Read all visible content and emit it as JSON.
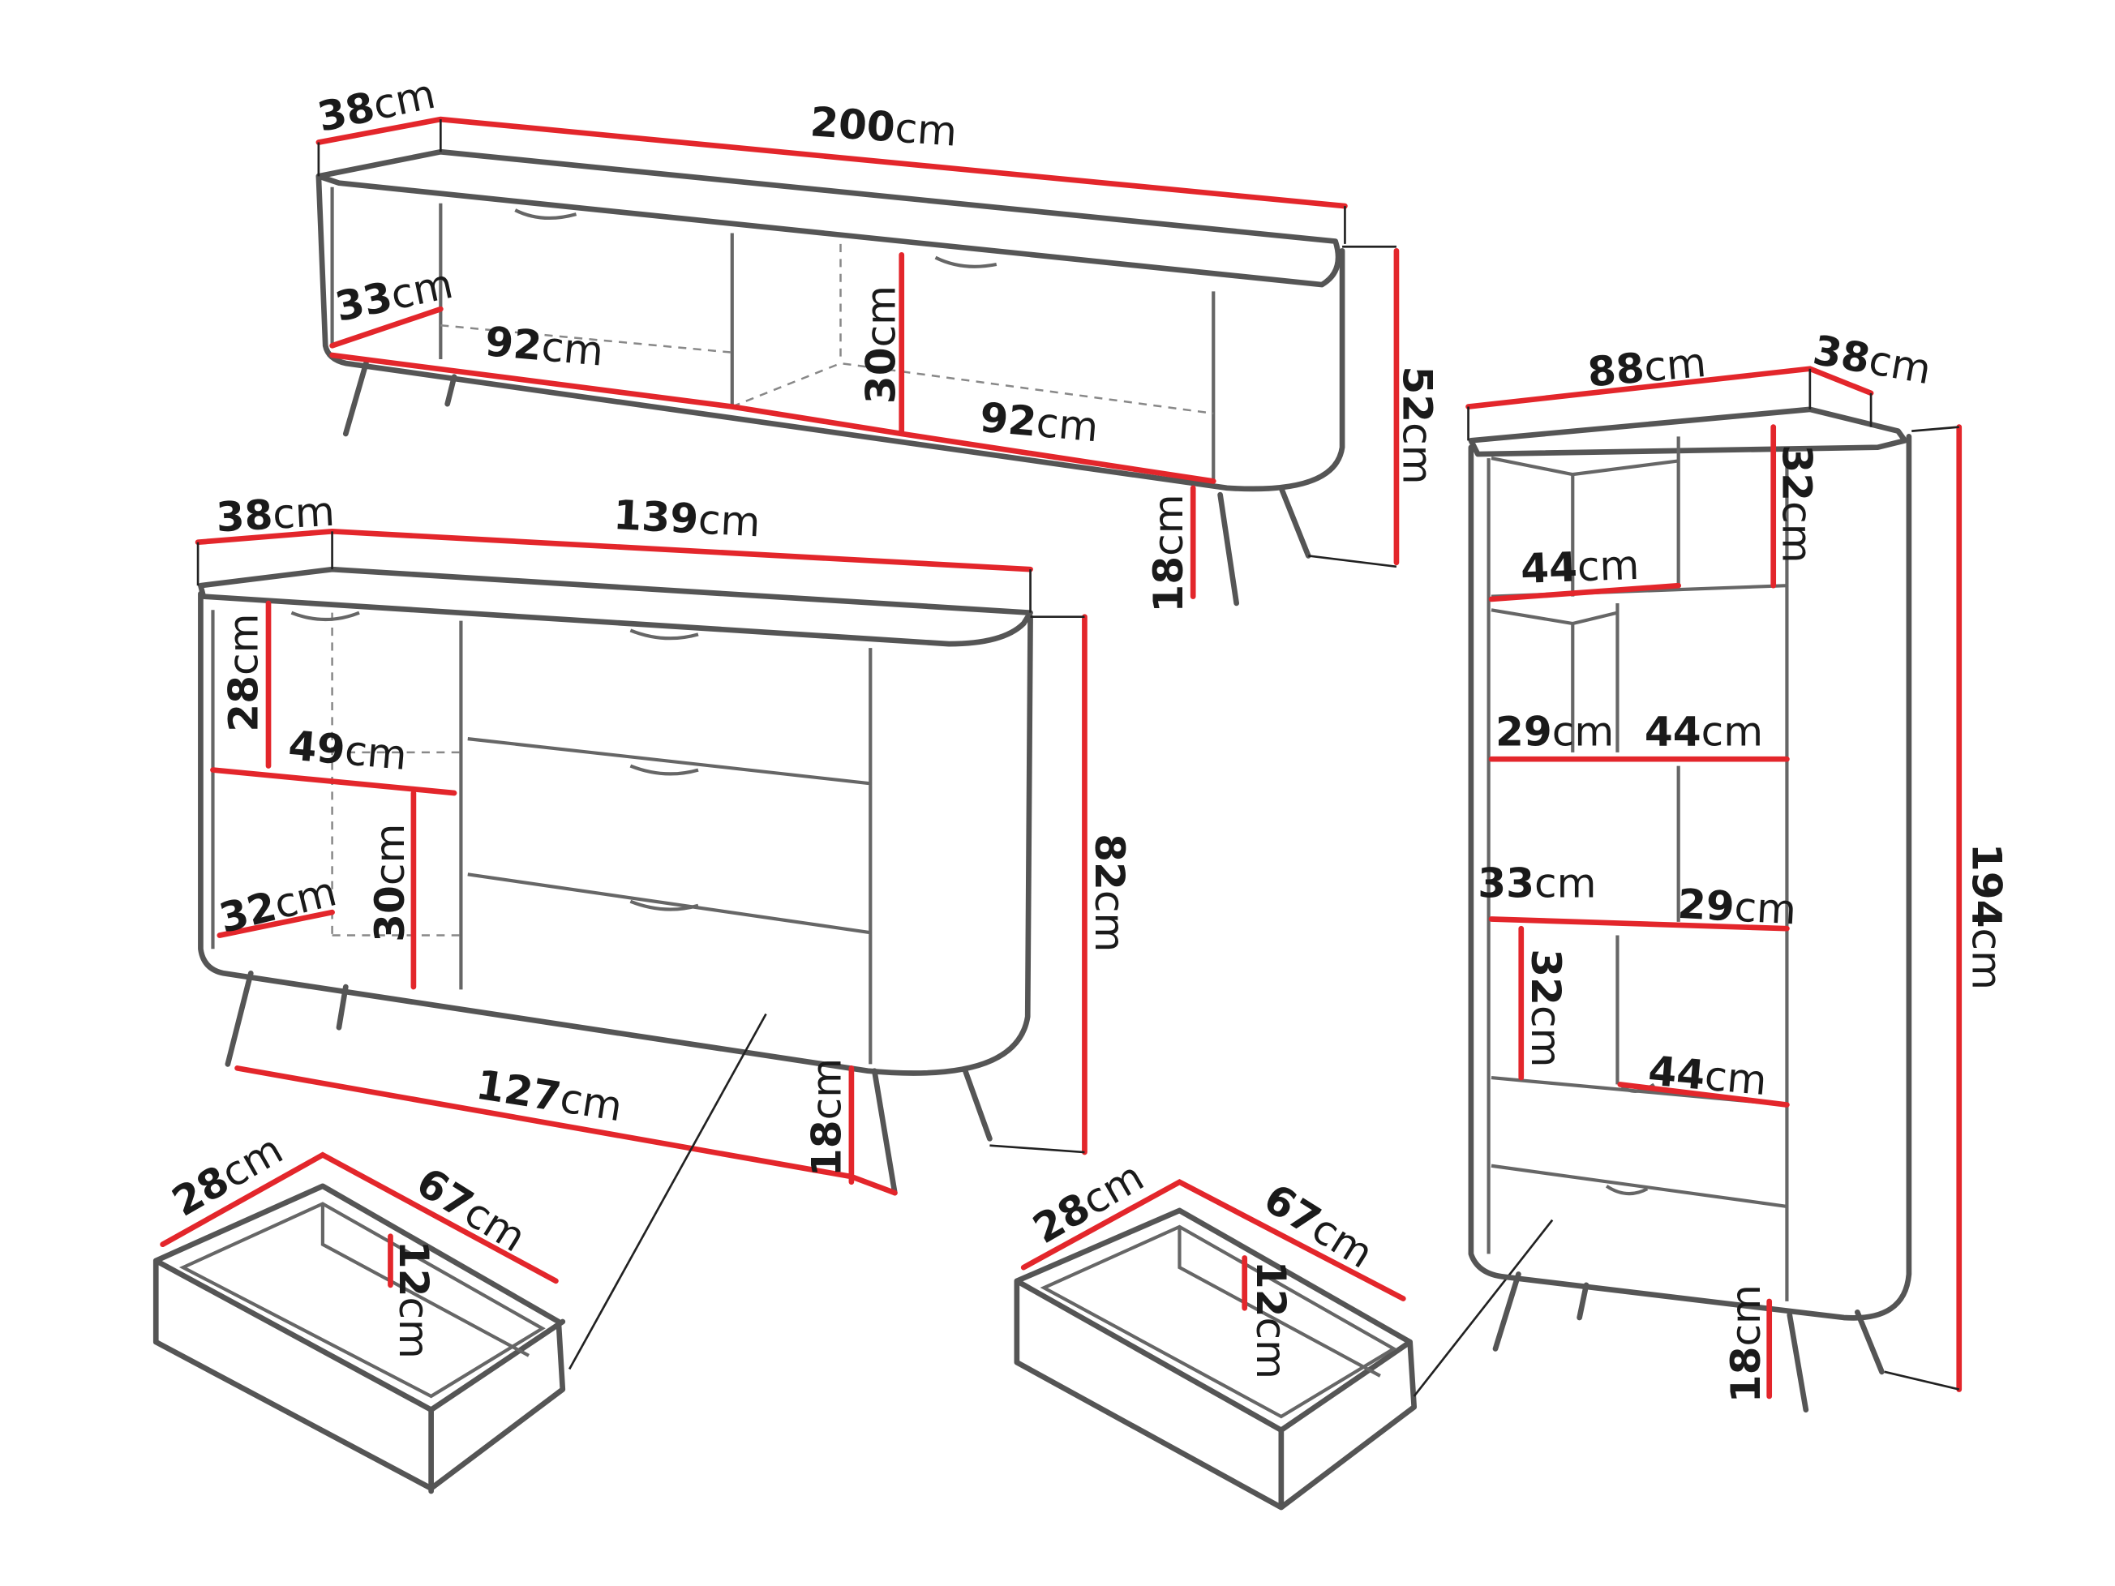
{
  "colors": {
    "dimension_line": "#e3262b",
    "outline": "#555555",
    "text": "#1a1a1a"
  },
  "tv_unit": {
    "labels": [
      {
        "value": "38",
        "unit": "cm"
      },
      {
        "value": "200",
        "unit": "cm"
      },
      {
        "value": "33",
        "unit": "cm"
      },
      {
        "value": "92",
        "unit": "cm"
      },
      {
        "value": "30",
        "unit": "cm"
      },
      {
        "value": "92",
        "unit": "cm"
      },
      {
        "value": "52",
        "unit": "cm"
      },
      {
        "value": "18",
        "unit": "cm"
      }
    ]
  },
  "sideboard": {
    "labels": [
      {
        "value": "38",
        "unit": "cm"
      },
      {
        "value": "139",
        "unit": "cm"
      },
      {
        "value": "28",
        "unit": "cm"
      },
      {
        "value": "49",
        "unit": "cm"
      },
      {
        "value": "32",
        "unit": "cm"
      },
      {
        "value": "30",
        "unit": "cm"
      },
      {
        "value": "82",
        "unit": "cm"
      },
      {
        "value": "127",
        "unit": "cm"
      },
      {
        "value": "18",
        "unit": "cm"
      }
    ]
  },
  "sideboard_drawer": {
    "labels": [
      {
        "value": "28",
        "unit": "cm"
      },
      {
        "value": "67",
        "unit": "cm"
      },
      {
        "value": "12",
        "unit": "cm"
      }
    ]
  },
  "bookcase_drawer": {
    "labels": [
      {
        "value": "28",
        "unit": "cm"
      },
      {
        "value": "67",
        "unit": "cm"
      },
      {
        "value": "12",
        "unit": "cm"
      }
    ]
  },
  "bookcase": {
    "labels": [
      {
        "value": "88",
        "unit": "cm"
      },
      {
        "value": "38",
        "unit": "cm"
      },
      {
        "value": "32",
        "unit": "cm"
      },
      {
        "value": "44",
        "unit": "cm"
      },
      {
        "value": "29",
        "unit": "cm"
      },
      {
        "value": "44",
        "unit": "cm"
      },
      {
        "value": "33",
        "unit": "cm"
      },
      {
        "value": "29",
        "unit": "cm"
      },
      {
        "value": "32",
        "unit": "cm"
      },
      {
        "value": "44",
        "unit": "cm"
      },
      {
        "value": "194",
        "unit": "cm"
      },
      {
        "value": "18",
        "unit": "cm"
      }
    ]
  }
}
